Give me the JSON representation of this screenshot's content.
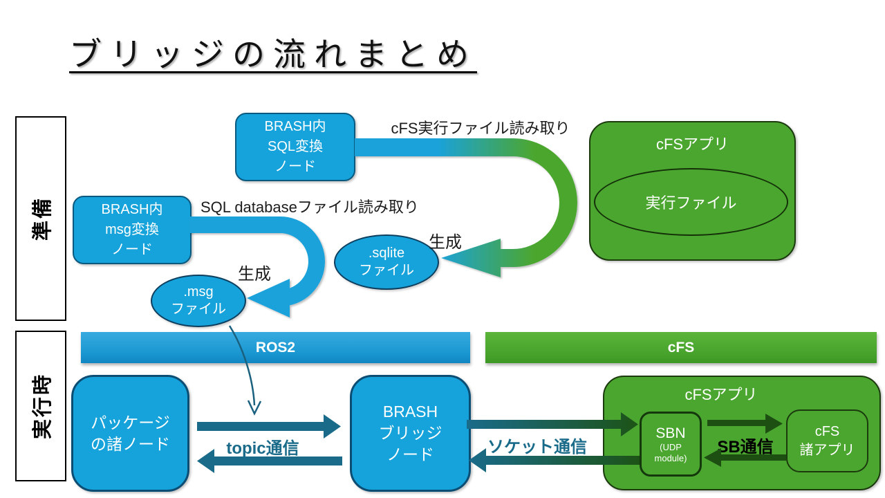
{
  "title": "ブリッジの流れまとめ",
  "lanes": {
    "prep": "準備",
    "runtime": "実行時"
  },
  "prep": {
    "sql_node": {
      "lines": [
        "BRASH内",
        "SQL変換",
        "ノード"
      ]
    },
    "msg_node": {
      "lines": [
        "BRASH内",
        "msg変換",
        "ノード"
      ]
    },
    "read_exec_label": "cFS実行ファイル読み取り",
    "read_sql_label": "SQL databaseファイル読み取り",
    "gen_label_sqlite": "生成",
    "gen_label_msg": "生成",
    "sqlite_file": {
      "lines": [
        ".sqlite",
        "ファイル"
      ]
    },
    "msg_file": {
      "lines": [
        ".msg",
        "ファイル"
      ]
    },
    "cfs_app": {
      "title": "cFSアプリ",
      "exec_file": "実行ファイル"
    }
  },
  "bars": {
    "ros2": "ROS2",
    "cfs": "cFS"
  },
  "runtime": {
    "pkg_nodes": {
      "lines": [
        "パッケージ",
        "の諸ノード"
      ]
    },
    "bridge_node": {
      "lines": [
        "BRASH",
        "ブリッジ",
        "ノード"
      ]
    },
    "topic_label": "topic通信",
    "socket_label": "ソケット通信",
    "cfs_app": {
      "title": "cFSアプリ",
      "sbn": {
        "lines": [
          "SBN",
          "(UDP",
          "module)"
        ]
      },
      "sb_label": "SB通信",
      "cfs_apps": {
        "lines": [
          "cFS",
          "諸アプリ"
        ]
      }
    }
  },
  "colors": {
    "node_blue": "#16a2da",
    "node_blue_border": "#0a5a80",
    "green": "#4ba62f",
    "green_border": "#1b3a0e",
    "teal_arrow": "#1a6b8a",
    "dark_green_arrow": "#1d4f12",
    "bar_blue": "#1b98d2",
    "bar_green": "#48a42d"
  }
}
